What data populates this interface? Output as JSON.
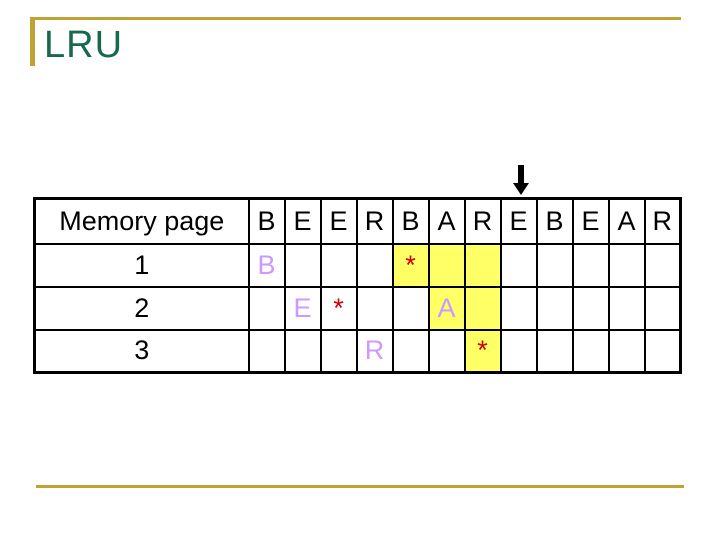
{
  "slide": {
    "title": "LRU"
  },
  "colors": {
    "gold": "#BFA22F",
    "green": "#17694B",
    "purple": "#CC99FF",
    "red": "#D00000",
    "yellow": "#FFFF66"
  },
  "arrow": {
    "meaning": "current-reference-pointer",
    "points_to_header_column": 8
  },
  "table": {
    "header": [
      "Memory page",
      "B",
      "E",
      "E",
      "R",
      "B",
      "A",
      "R",
      "E",
      "B",
      "E",
      "A",
      "R"
    ],
    "rows": [
      {
        "label": "1",
        "cells": [
          {
            "t": "B",
            "color": "purple"
          },
          {},
          {},
          {},
          {
            "t": "*",
            "color": "red",
            "bg": true
          },
          {
            "bg": true
          },
          {
            "bg": true
          },
          {},
          {},
          {},
          {},
          {}
        ]
      },
      {
        "label": "2",
        "cells": [
          {},
          {
            "t": "E",
            "color": "purple"
          },
          {
            "t": "*",
            "color": "red"
          },
          {},
          {},
          {
            "t": "A",
            "color": "purple",
            "bg": true
          },
          {
            "bg": true
          },
          {},
          {},
          {},
          {},
          {}
        ]
      },
      {
        "label": "3",
        "cells": [
          {},
          {},
          {},
          {
            "t": "R",
            "color": "purple"
          },
          {},
          {},
          {
            "t": "*",
            "color": "red",
            "bg": true
          },
          {},
          {},
          {},
          {},
          {}
        ]
      }
    ]
  }
}
